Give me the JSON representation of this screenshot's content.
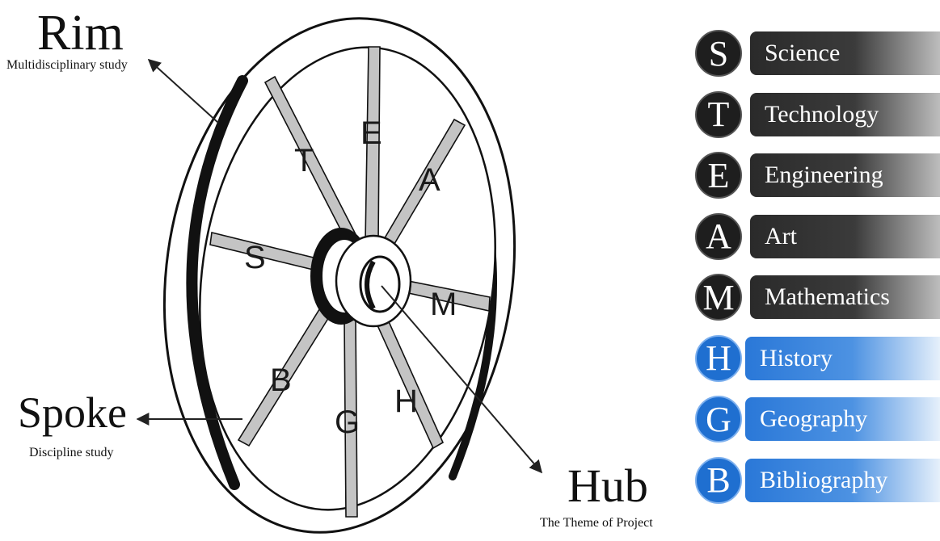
{
  "callouts": {
    "rim": {
      "title": "Rim",
      "subtitle": "Multidisciplinary study"
    },
    "spoke": {
      "title": "Spoke",
      "subtitle": "Discipline study"
    },
    "hub": {
      "title": "Hub",
      "subtitle": "The Theme of Project"
    }
  },
  "spoke_letters": [
    "E",
    "A",
    "M",
    "H",
    "G",
    "B",
    "S",
    "T"
  ],
  "legend": [
    {
      "letter": "S",
      "label": "Science",
      "group": "dark"
    },
    {
      "letter": "T",
      "label": "Technology",
      "group": "dark"
    },
    {
      "letter": "E",
      "label": "Engineering",
      "group": "dark"
    },
    {
      "letter": "A",
      "label": "Art",
      "group": "dark"
    },
    {
      "letter": "M",
      "label": "Mathematics",
      "group": "dark"
    },
    {
      "letter": "H",
      "label": "History",
      "group": "blue"
    },
    {
      "letter": "G",
      "label": "Geography",
      "group": "blue"
    },
    {
      "letter": "B",
      "label": "Bibliography",
      "group": "blue"
    }
  ],
  "colors": {
    "dark_group": "#1e1e1e",
    "blue_group": "#1f6fd0",
    "wheel_outline": "#111111",
    "spoke_fill": "#b8b8b8"
  }
}
